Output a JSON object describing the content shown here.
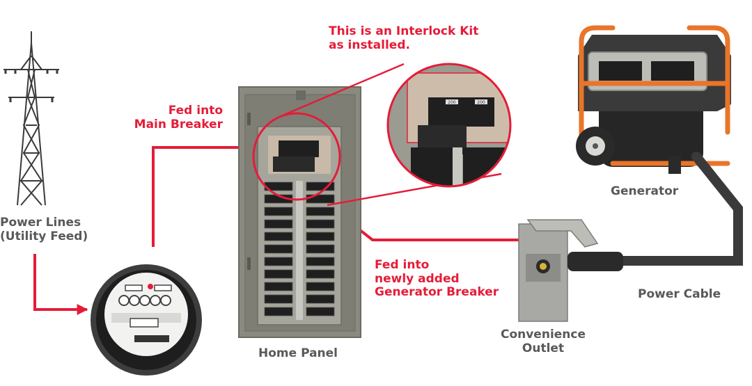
{
  "labels": {
    "power_lines_1": "Power Lines",
    "power_lines_2": "(Utility Feed)",
    "fed_main_1": "Fed into",
    "fed_main_2": "Main Breaker",
    "interlock_1": "This is an Interlock Kit",
    "interlock_2": "as installed.",
    "fed_gen_1": "Fed into",
    "fed_gen_2": "newly added",
    "fed_gen_3": "Generator Breaker",
    "generator": "Generator",
    "power_cable": "Power Cable",
    "outlet_1": "Convenience",
    "outlet_2": "Outlet",
    "home_panel": "Home Panel",
    "breaker_200": "200"
  },
  "colors": {
    "accent_red": "#e51c38",
    "label_gray": "#595959",
    "panel_gray": "#8a8a80",
    "generator_orange": "#e8752a"
  },
  "icons": [
    "transmission-tower-icon",
    "electric-meter-icon",
    "breaker-panel-icon",
    "generator-icon",
    "outlet-box-icon"
  ]
}
